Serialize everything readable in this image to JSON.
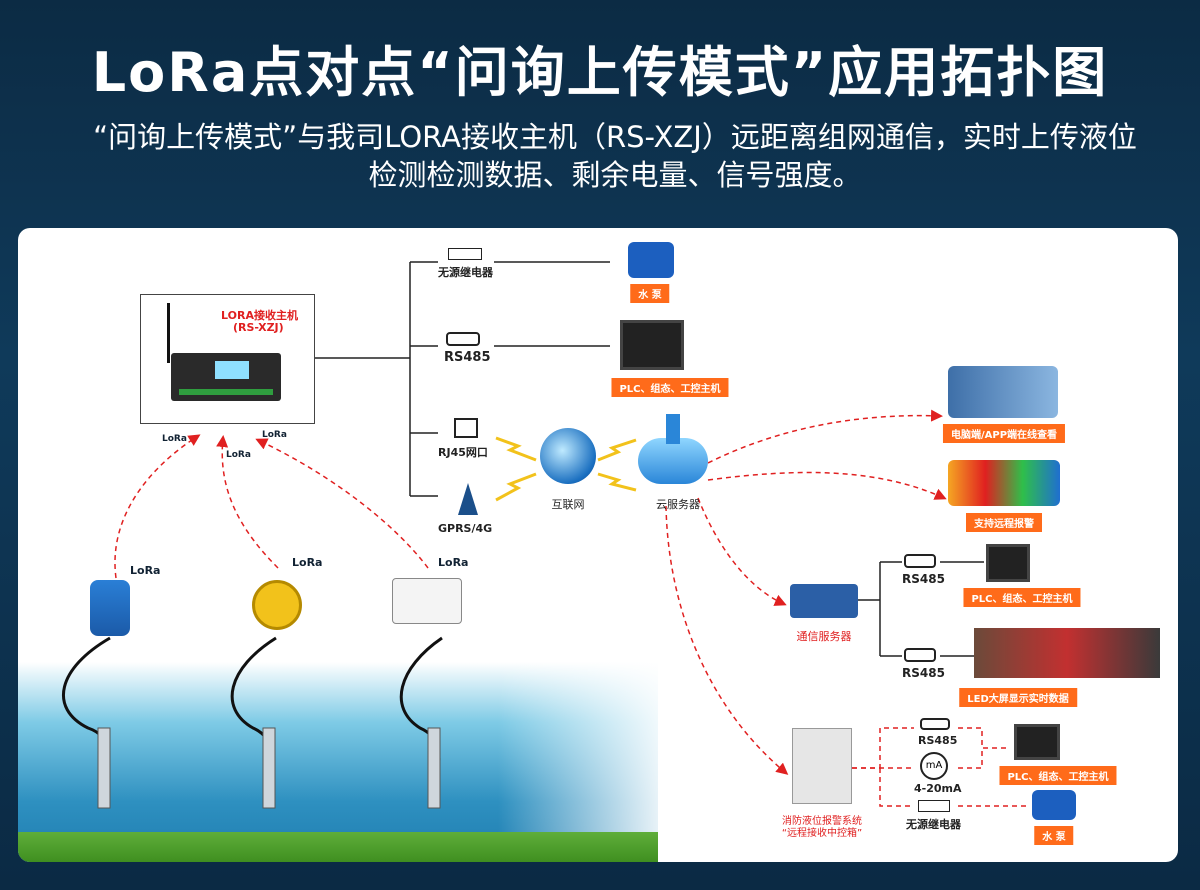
{
  "title": "LoRa点对点“问询上传模式”应用拓扑图",
  "subtitle": "“问询上传模式”与我司LORA接收主机（RS-XZJ）远距离组网通信，实时上传液位检测检测数据、剩余电量、信号强度。",
  "host": {
    "name": "LORA接收主机",
    "model": "(RS-XZJ)"
  },
  "lora_label": "LoRa",
  "interfaces": {
    "relay": "无源继电器",
    "rs485": "RS485",
    "rj45": "RJ45网口",
    "gprs": "GPRS/4G"
  },
  "internet": "互联网",
  "cloud": "云服务器",
  "outputs": {
    "pump": "水 泵",
    "plc": "PLC、组态、工控主机",
    "pc_app": "电脑端/APP端在线查看",
    "alarm": "支持远程报警"
  },
  "comm_server": {
    "name": "通信服务器",
    "rs485_a": "RS485",
    "rs485_b": "RS485",
    "plc": "PLC、组态、工控主机",
    "led": "LED大屏显示实时数据"
  },
  "fire_box": {
    "name_line1": "消防液位报警系统",
    "name_line2": "“远程接收中控箱”",
    "rs485": "RS485",
    "ma": "4-20mA",
    "ma_icon": "mA",
    "relay": "无源继电器",
    "plc": "PLC、组态、工控主机",
    "pump": "水 泵"
  },
  "colors": {
    "accent": "#ff6b1a",
    "link": "#e02020",
    "bg": "#0f3a5a"
  }
}
